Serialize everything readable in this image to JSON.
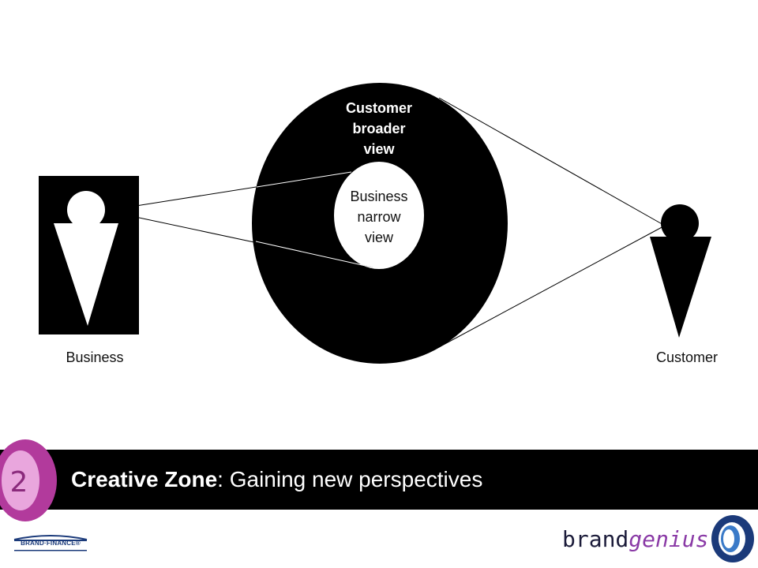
{
  "diagram": {
    "business_label": "Business",
    "customer_label": "Customer",
    "customer_view_lines": [
      "Customer",
      "broader",
      "view"
    ],
    "business_view_lines": [
      "Business",
      "narrow",
      "view"
    ]
  },
  "banner": {
    "badge_number": "2",
    "title_bold": "Creative Zone",
    "title_rest": ": Gaining new perspectives"
  },
  "footer": {
    "brand_finance": "BRAND·FINANCE®",
    "brandgenius_a": "brand",
    "brandgenius_b": "genius"
  },
  "colors": {
    "ink": "#000000",
    "badge_magenta": "#b23a9c",
    "badge_pink": "#e9a6dd",
    "genius_purple": "#8a3aa6",
    "logo_navy": "#1b3a7a",
    "logo_blue": "#3a7ac8"
  },
  "icons": [
    "business-person-icon",
    "customer-person-icon",
    "brand-finance-logo",
    "brandgenius-logo"
  ]
}
